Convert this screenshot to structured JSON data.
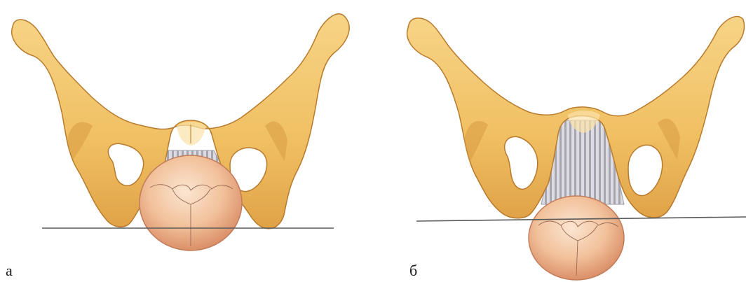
{
  "figure": {
    "panels": [
      {
        "id": "a",
        "label": "а"
      },
      {
        "id": "b",
        "label": "б"
      }
    ],
    "colors": {
      "bone": "#f2c46e",
      "bone_shadow": "#d79a3e",
      "bone_outline": "#b87a2c",
      "bone_highlight": "#fbe0a6",
      "head": "#f3c7a2",
      "head_shadow": "#d8926c",
      "head_outline": "#c27c5a",
      "stripes": "#a8a8b0",
      "stripes_bg": "#d9d9de",
      "baseline": "#5a5a5a"
    }
  }
}
